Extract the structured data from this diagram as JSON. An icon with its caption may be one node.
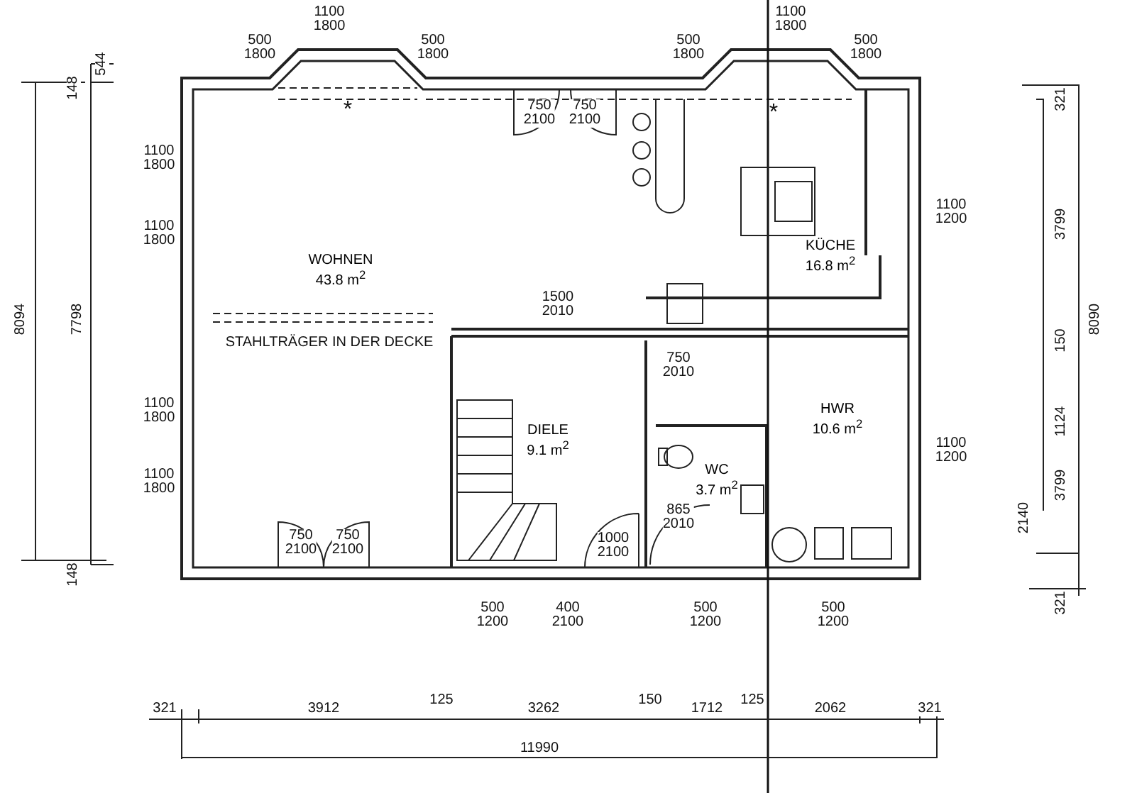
{
  "diagram": {
    "nodes": [
      {
        "text": [
          "WOHNEN",
          "43.8 m$^{2}$"
        ]
      },
      {
        "text": [
          "KÜCHE",
          "16.8 m$^{2}$"
        ]
      },
      {
        "text": [
          "DIELE",
          "9.1 m$^{2}$"
        ]
      },
      {
        "text": [
          "WC",
          "3.7 m$^{2}$"
        ]
      },
      {
        "text": [
          "HWR",
          "10.6 m$^{2}$"
        ]
      }
    ],
    "labels": [
      "1100 1800",
      "1100 1800",
      "500 1800",
      "500 1800",
      "500 1800",
      "500 1800",
      "544",
      "148",
      "321",
      "*",
      "*",
      "750 2100",
      "750 2100",
      "1100 1800",
      "1100 1800",
      "1100 1200",
      "3799",
      "1500 2010",
      "8094",
      "7798",
      "8090",
      "STAHLTRÄGER IN DER DECKE",
      "150",
      "750 2010",
      "1100 1800",
      "1124",
      "1100 1200",
      "1100 1800",
      "3799",
      "865 2010",
      "2140",
      "750 2100",
      "750 2100",
      "1000 2100",
      "148",
      "321",
      "500 1200",
      "400 2100",
      "500 1200",
      "500 1200",
      "321",
      "3912",
      "125",
      "3262",
      "150",
      "1712",
      "125",
      "2062",
      "321",
      "11990"
    ]
  }
}
